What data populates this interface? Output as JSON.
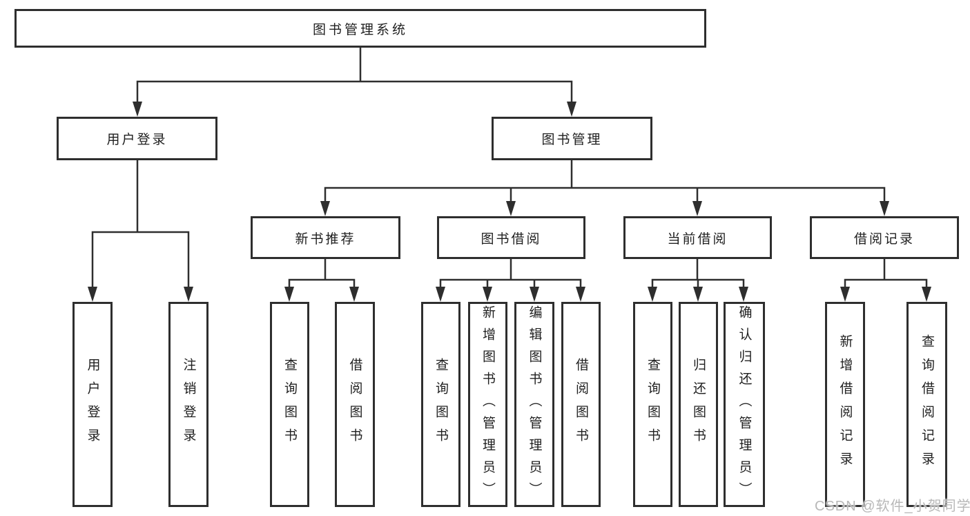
{
  "diagram_type": "hierarchy",
  "tree": {
    "label": "图书管理系统",
    "children": [
      {
        "label": "用户登录",
        "children": [
          {
            "label": "用户登录"
          },
          {
            "label": "注销登录"
          }
        ]
      },
      {
        "label": "图书管理",
        "children": [
          {
            "label": "新书推荐",
            "children": [
              {
                "label": "查询图书"
              },
              {
                "label": "借阅图书"
              }
            ]
          },
          {
            "label": "图书借阅",
            "children": [
              {
                "label": "查询图书"
              },
              {
                "label": "新增图书（管理员）"
              },
              {
                "label": "编辑图书（管理员）"
              },
              {
                "label": "借阅图书"
              }
            ]
          },
          {
            "label": "当前借阅",
            "children": [
              {
                "label": "查询图书"
              },
              {
                "label": "归还图书"
              },
              {
                "label": "确认归还（管理员）"
              }
            ]
          },
          {
            "label": "借阅记录",
            "children": [
              {
                "label": "新增借阅记录"
              },
              {
                "label": "查询借阅记录"
              }
            ]
          }
        ]
      }
    ]
  },
  "watermark": "CSDN @软件_小贺同学",
  "colors": {
    "line": "#2e2e2e",
    "box_border": "#2e2e2e",
    "text": "#1f1f1f",
    "watermark": "#b8b8b8",
    "background": "#ffffff"
  }
}
